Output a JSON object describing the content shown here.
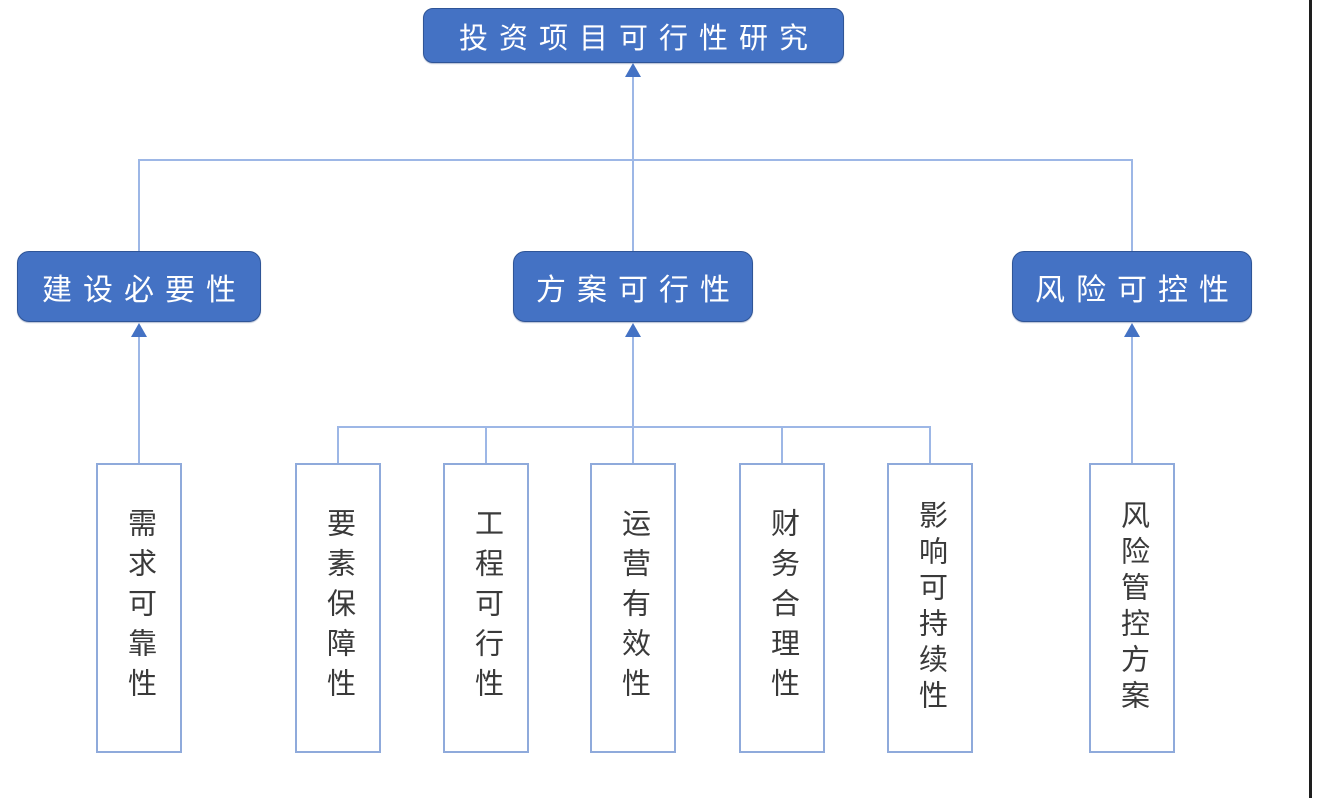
{
  "colors": {
    "node_fill": "#4472C4",
    "node_border": "#2F5597",
    "node_text": "#FFFFFF",
    "connector": "#9DB7E6",
    "arrow": "#4472C4",
    "leaf_fill": "#FFFFFF",
    "leaf_border": "#8FAADB",
    "leaf_text": "#3A3A3A",
    "edge_line": "#1E1E1E"
  },
  "diagram": {
    "root": {
      "label": "投资项目可行性研究"
    },
    "level2": [
      {
        "label": "建设必要性"
      },
      {
        "label": "方案可行性"
      },
      {
        "label": "风险可控性"
      }
    ],
    "leaves": [
      {
        "label": "需求可靠性"
      },
      {
        "label": "要素保障性"
      },
      {
        "label": "工程可行性"
      },
      {
        "label": "运营有效性"
      },
      {
        "label": "财务合理性"
      },
      {
        "label": "影响可持续性"
      },
      {
        "label": "风险管控方案"
      }
    ]
  }
}
